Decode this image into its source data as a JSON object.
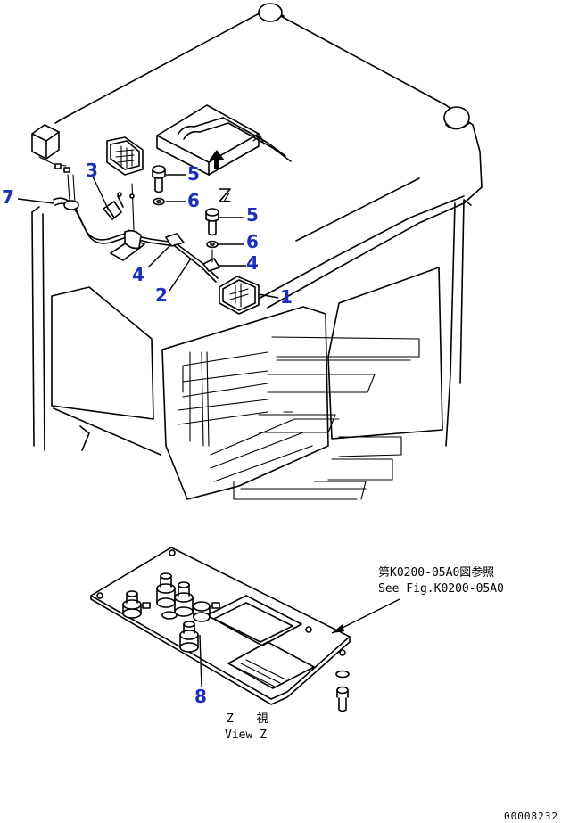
{
  "callouts": {
    "c1": "1",
    "c2": "2",
    "c3": "3",
    "c4a": "4",
    "c4b": "4",
    "c5a": "5",
    "c5b": "5",
    "c6a": "6",
    "c6b": "6",
    "c7": "7",
    "c8": "8"
  },
  "view_mark": "Z",
  "reference": {
    "jp": "第K0200-05A0図参照",
    "en": "See Fig.K0200-05A0"
  },
  "view_caption": {
    "jp": "Z 視",
    "en": "View Z"
  },
  "figure_number": "00008232",
  "colors": {
    "callout": "#1c2fb8",
    "line": "#000000"
  }
}
